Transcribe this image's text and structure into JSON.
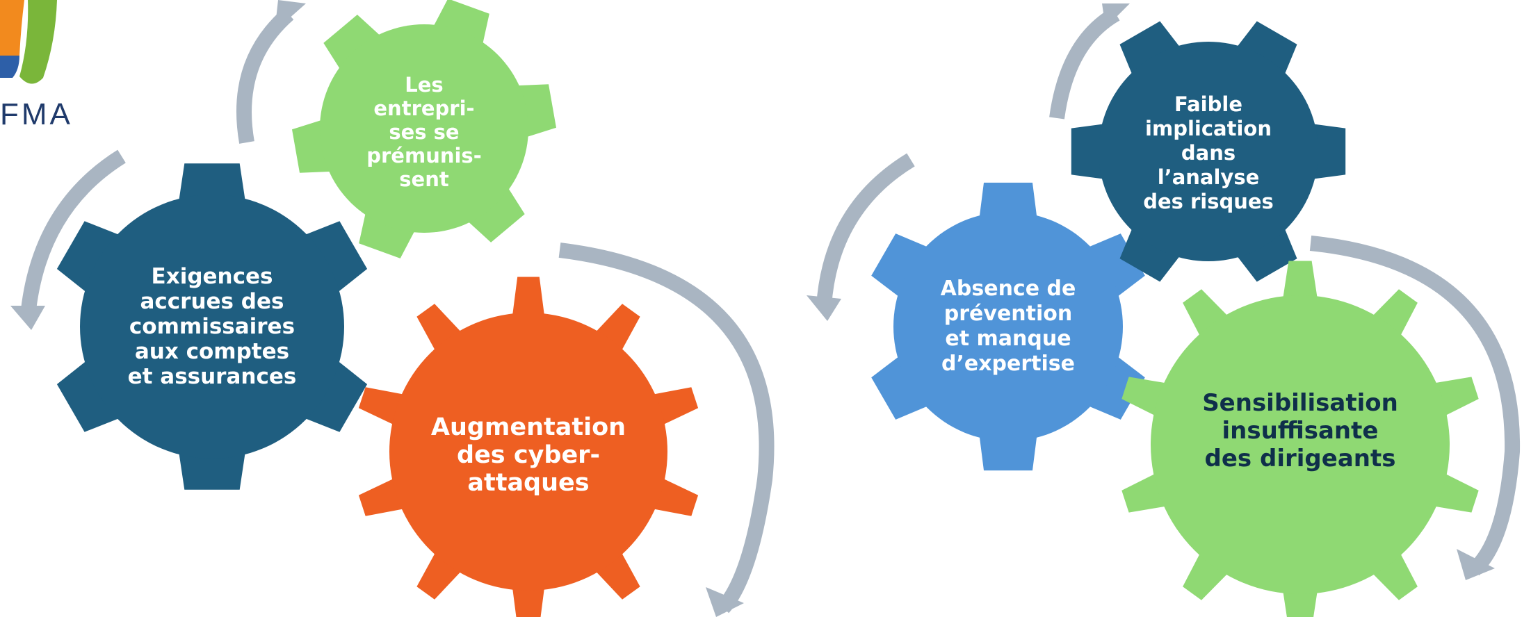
{
  "colors": {
    "arrow": "#a9b5c2",
    "dark_blue": "#1f5e80",
    "light_blue": "#5094d8",
    "green": "#8fd973",
    "orange": "#ee5f22",
    "logo_orange": "#f28a1e",
    "logo_green": "#7ab63a",
    "logo_text": "#1f3a6b",
    "dark_text": "#0f2f4a"
  },
  "logo": {
    "text": "FMA"
  },
  "left_cycle": {
    "gears": [
      {
        "id": "gear-exigences",
        "label": "Exigences\naccrues des\ncommissaires\naux comptes\net assurances",
        "color": "dark_blue",
        "text_color": "#ffffff"
      },
      {
        "id": "gear-entreprises",
        "label": "Les\nentrepri-\nses se\nprémunis-\nsent",
        "color": "green",
        "text_color": "#ffffff"
      },
      {
        "id": "gear-cyberattaques",
        "label": "Augmentation\ndes cyber-\nattaques",
        "color": "orange",
        "text_color": "#ffffff"
      }
    ]
  },
  "right_cycle": {
    "gears": [
      {
        "id": "gear-absence-prevention",
        "label": "Absence de\nprévention\net manque\nd’expertise",
        "color": "light_blue",
        "text_color": "#ffffff"
      },
      {
        "id": "gear-faible-implication",
        "label": "Faible\nimplication\ndans\nl’analyse\ndes risques",
        "color": "dark_blue",
        "text_color": "#ffffff"
      },
      {
        "id": "gear-sensibilisation",
        "label": "Sensibilisation\ninsuffisante\ndes dirigeants",
        "color": "green",
        "text_color": "#0f2f4a"
      }
    ]
  }
}
